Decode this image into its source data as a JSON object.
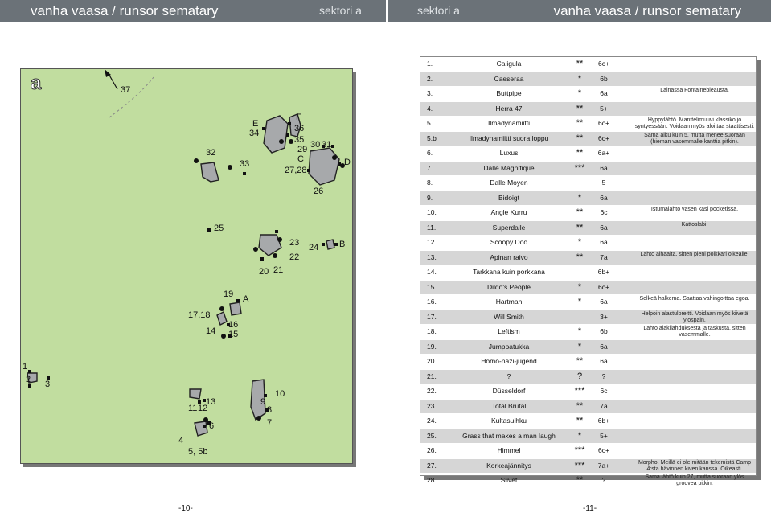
{
  "header": {
    "left_title": "vanha vaasa / runsor sematary",
    "left_sector": "sektori a",
    "right_sector": "sektori a",
    "right_title": "vanha vaasa / runsor sematary"
  },
  "map": {
    "sector_letter": "a",
    "north_label": "37",
    "labels": [
      "E",
      "F",
      "34",
      "36",
      "35",
      "29",
      "30",
      "31",
      "32",
      "C",
      "33",
      "27,28",
      "D",
      "26",
      "25",
      "23",
      "24",
      "B",
      "22",
      "20",
      "21",
      "19",
      "A",
      "17,18",
      "16",
      "14",
      "15",
      "1",
      "2",
      "3",
      "13",
      "11",
      "12",
      "9",
      "10",
      "8",
      "6",
      "7",
      "4",
      "5, 5b"
    ]
  },
  "routes": [
    {
      "num": "1.",
      "name": "Caligula",
      "stars": "**",
      "grade": "6c+",
      "note": ""
    },
    {
      "num": "2.",
      "name": "Caeseraa",
      "stars": "*",
      "grade": "6b",
      "note": ""
    },
    {
      "num": "3.",
      "name": "Buttpipe",
      "stars": "*",
      "grade": "6a",
      "note": "Lainassa Fontainebleausta."
    },
    {
      "num": "4.",
      "name": "Herra 47",
      "stars": "**",
      "grade": "5+",
      "note": ""
    },
    {
      "num": "5",
      "name": "Ilmadynamiitti",
      "stars": "**",
      "grade": "6c+",
      "note": "Hyppylähtö. Manttelimuuvi klassiko jo syntyessään. Voidaan myös aloittaa staattisesti."
    },
    {
      "num": "5.b",
      "name": "Ilmadynamiitti suora loppu",
      "stars": "**",
      "grade": "6c+",
      "note": "Sama alku kuin 5, mutta menee suoraan (hieman vasemmalle kanttia pitkin)."
    },
    {
      "num": "6.",
      "name": "Luxus",
      "stars": "**",
      "grade": "6a+",
      "note": ""
    },
    {
      "num": "7.",
      "name": "Dalle Magnifique",
      "stars": "***",
      "grade": "6a",
      "note": ""
    },
    {
      "num": "8.",
      "name": "Dalle Moyen",
      "stars": "",
      "grade": "5",
      "note": ""
    },
    {
      "num": "9.",
      "name": "Bidoigt",
      "stars": "*",
      "grade": "6a",
      "note": ""
    },
    {
      "num": "10.",
      "name": "Angle Kurru",
      "stars": "**",
      "grade": "6c",
      "note": "Istumalähtö vasen käsi pocketissa."
    },
    {
      "num": "11.",
      "name": "Superdalle",
      "stars": "**",
      "grade": "6a",
      "note": "Kattoslabi."
    },
    {
      "num": "12.",
      "name": "Scoopy Doo",
      "stars": "*",
      "grade": "6a",
      "note": ""
    },
    {
      "num": "13.",
      "name": "Apinan raivo",
      "stars": "**",
      "grade": "7a",
      "note": "Lähtö alhaalta, sitten pieni poikkari oikealle."
    },
    {
      "num": "14.",
      "name": "Tarkkana kuin porkkana",
      "stars": "",
      "grade": "6b+",
      "note": ""
    },
    {
      "num": "15.",
      "name": "Dildo's People",
      "stars": "*",
      "grade": "6c+",
      "note": ""
    },
    {
      "num": "16.",
      "name": "Hartman",
      "stars": "*",
      "grade": "6a",
      "note": "Selkeä halkema. Saattaa vahingoittaa egoa."
    },
    {
      "num": "17.",
      "name": "Will Smith",
      "stars": "",
      "grade": "3+",
      "note": "Helpoin alastuloreitti. Voidaan myös kiivetä ylöspäin."
    },
    {
      "num": "18.",
      "name": "Leftism",
      "stars": "*",
      "grade": "6b",
      "note": "Lähtö alakilahduksesta ja taskusta, sitten vasemmalle."
    },
    {
      "num": "19.",
      "name": "Jumppatukka",
      "stars": "*",
      "grade": "6a",
      "note": ""
    },
    {
      "num": "20.",
      "name": "Homo-nazi-jugend",
      "stars": "**",
      "grade": "6a",
      "note": ""
    },
    {
      "num": "21.",
      "name": "?",
      "stars": "?",
      "grade": "?",
      "note": ""
    },
    {
      "num": "22.",
      "name": "Düsseldorf",
      "stars": "***",
      "grade": "6c",
      "note": ""
    },
    {
      "num": "23.",
      "name": "Total Brutal",
      "stars": "**",
      "grade": "7a",
      "note": ""
    },
    {
      "num": "24.",
      "name": "Kultasuihku",
      "stars": "**",
      "grade": "6b+",
      "note": ""
    },
    {
      "num": "25.",
      "name": "Grass that makes a man laugh",
      "stars": "*",
      "grade": "5+",
      "note": ""
    },
    {
      "num": "26.",
      "name": "Himmel",
      "stars": "***",
      "grade": "6c+",
      "note": ""
    },
    {
      "num": "27.",
      "name": "Korkeajännitys",
      "stars": "***",
      "grade": "7a+",
      "note": "Morpho. Meillä ei ole mitään tekemistä Camp 4:sta hävinnen kiven kanssa. Oikeasti."
    },
    {
      "num": "28.",
      "name": "Siivet",
      "stars": "**",
      "grade": "?",
      "note": "Sama lähtö kuin 27, mutta suoraan ylös groovea pitkin."
    }
  ],
  "footer": {
    "left_page": "-10-",
    "right_page": "-11-"
  },
  "colors": {
    "header_bg": "#6b7278",
    "map_green": "#c1dd9f",
    "boulder": "#a7a9ab",
    "row_shade": "#d6d6d6"
  }
}
